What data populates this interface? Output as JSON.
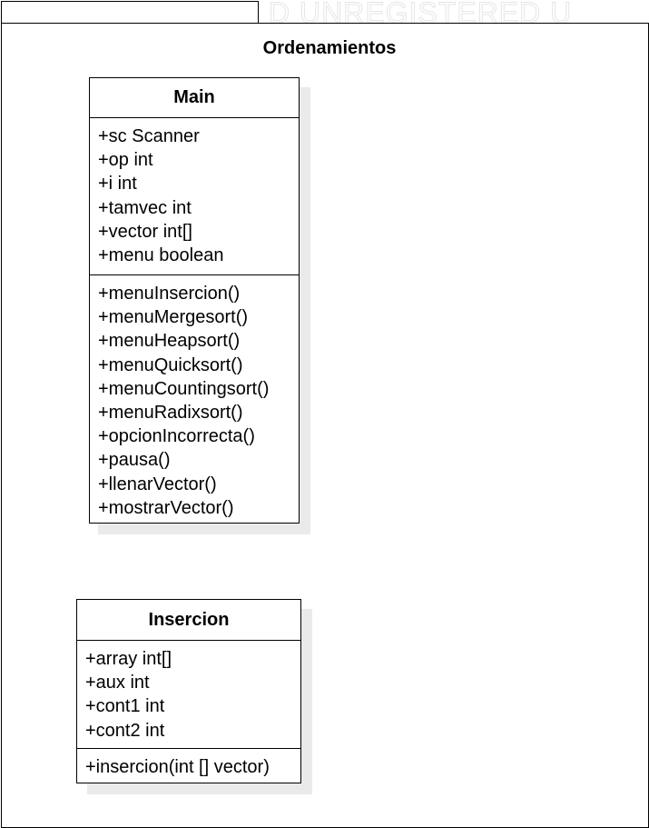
{
  "watermark": "D UNREGISTERED U",
  "package": {
    "title": "Ordenamientos"
  },
  "classes": [
    {
      "name": "Main",
      "attributes": [
        "+sc Scanner",
        "+op int",
        "+i int",
        "+tamvec int",
        "+vector int[]",
        "+menu boolean"
      ],
      "methods": [
        "+menuInsercion()",
        "+menuMergesort()",
        "+menuHeapsort()",
        "+menuQuicksort()",
        "+menuCountingsort()",
        "+menuRadixsort()",
        "+opcionIncorrecta()",
        "+pausa()",
        "+llenarVector()",
        "+mostrarVector()"
      ]
    },
    {
      "name": "Insercion",
      "attributes": [
        "+array int[]",
        "+aux int",
        "+cont1 int",
        "+cont2 int"
      ],
      "methods": [
        "+insercion(int [] vector)"
      ]
    }
  ]
}
